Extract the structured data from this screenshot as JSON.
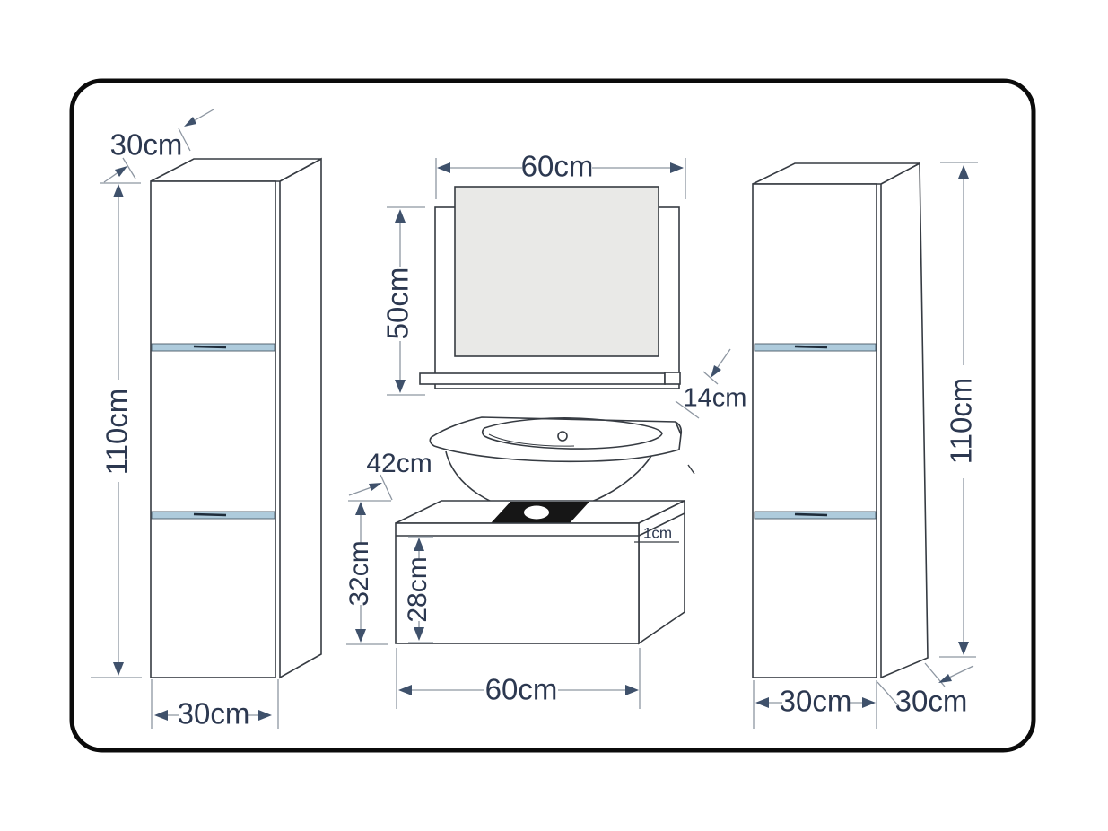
{
  "diagram": {
    "type": "bathroom-furniture-dimension-drawing",
    "dimensions": {
      "left_cabinet": {
        "depth_top": "30cm",
        "height": "110cm",
        "width": "30cm"
      },
      "mirror": {
        "width": "60cm",
        "height": "50cm",
        "shelf_depth": "14cm"
      },
      "washbasin": {
        "depth": "42cm"
      },
      "vanity": {
        "height_total": "32cm",
        "height_front": "28cm",
        "top_thickness": "1cm",
        "width": "60cm"
      },
      "right_cabinet": {
        "height": "110cm",
        "width": "30cm",
        "depth": "30cm"
      }
    },
    "colors": {
      "text": "#2c3850",
      "outline": "#363b42",
      "dimension_line": "#8d96a1",
      "arrow": "#3f516b",
      "mirror_glass": "#e9e9e7",
      "divider_strip": "#aecbdc",
      "cutout_panel": "#161616",
      "border": "#0b0b0b",
      "background": "#ffffff"
    }
  }
}
